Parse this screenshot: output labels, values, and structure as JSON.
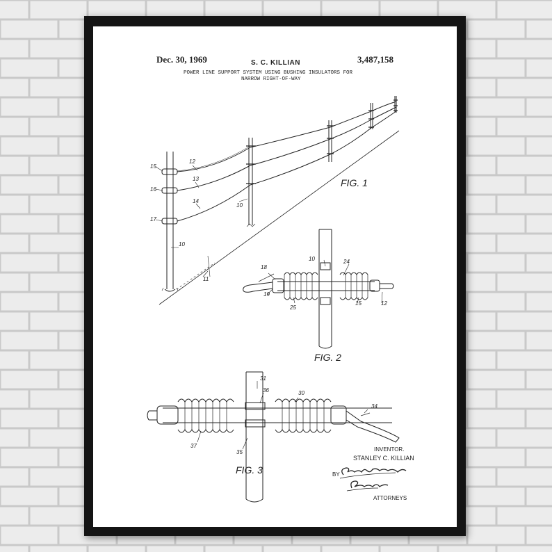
{
  "patent": {
    "date": "Dec. 30, 1969",
    "inventor_header": "S. C. KILLIAN",
    "number": "3,487,158",
    "title_line1": "POWER LINE SUPPORT SYSTEM USING BUSHING INSULATORS FOR",
    "title_line2": "NARROW RIGHT-OF-WAY"
  },
  "figures": {
    "fig1": "FIG. 1",
    "fig2": "FIG. 2",
    "fig3": "FIG. 3"
  },
  "reference_numerals": {
    "fig1": [
      "15",
      "12",
      "16",
      "13",
      "17",
      "14",
      "10",
      "10",
      "11"
    ],
    "fig2": [
      "10",
      "24",
      "18",
      "19",
      "25",
      "15",
      "12"
    ],
    "fig3": [
      "31",
      "36",
      "30",
      "34",
      "37",
      "35"
    ]
  },
  "signature_block": {
    "inventor_label": "INVENTOR.",
    "inventor_name": "STANLEY C. KILLIAN",
    "by": "BY",
    "attorneys": "ATTORNEYS"
  },
  "colors": {
    "frame": "#141414",
    "mat": "#ffffff",
    "ink": "#222222",
    "brick_wall": "#e9e9e9"
  }
}
